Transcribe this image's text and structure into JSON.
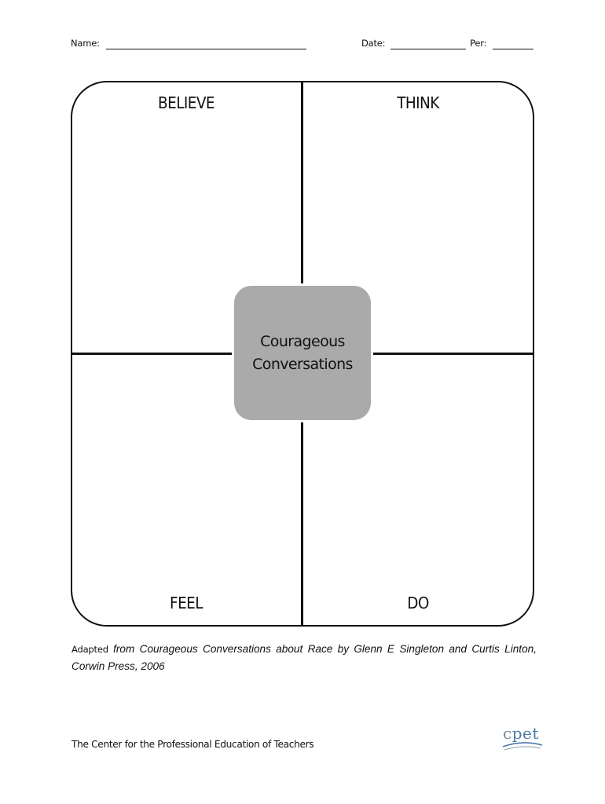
{
  "header": {
    "name_label": "Name:",
    "name_value": "",
    "date_label": "Date:",
    "date_value": "",
    "period_label": "Per:",
    "period_value": ""
  },
  "organizer": {
    "quadrants": {
      "top_left": "BELIEVE",
      "top_right": "THINK",
      "bottom_left": "FEEL",
      "bottom_right": "DO"
    },
    "center": {
      "line1": "Courageous",
      "line2": "Conversations",
      "fill_color": "#aaaaaa"
    }
  },
  "citation": {
    "prefix": "Adapted",
    "source": "from Courageous Conversations about Race by Glenn E Singleton and Curtis Linton, Corwin Press, 2006"
  },
  "footer": {
    "organization": "The Center for the Professional Education of Teachers",
    "logo_text_c": "c",
    "logo_text_rest": "pet",
    "logo_color": "#4b7aa7"
  }
}
